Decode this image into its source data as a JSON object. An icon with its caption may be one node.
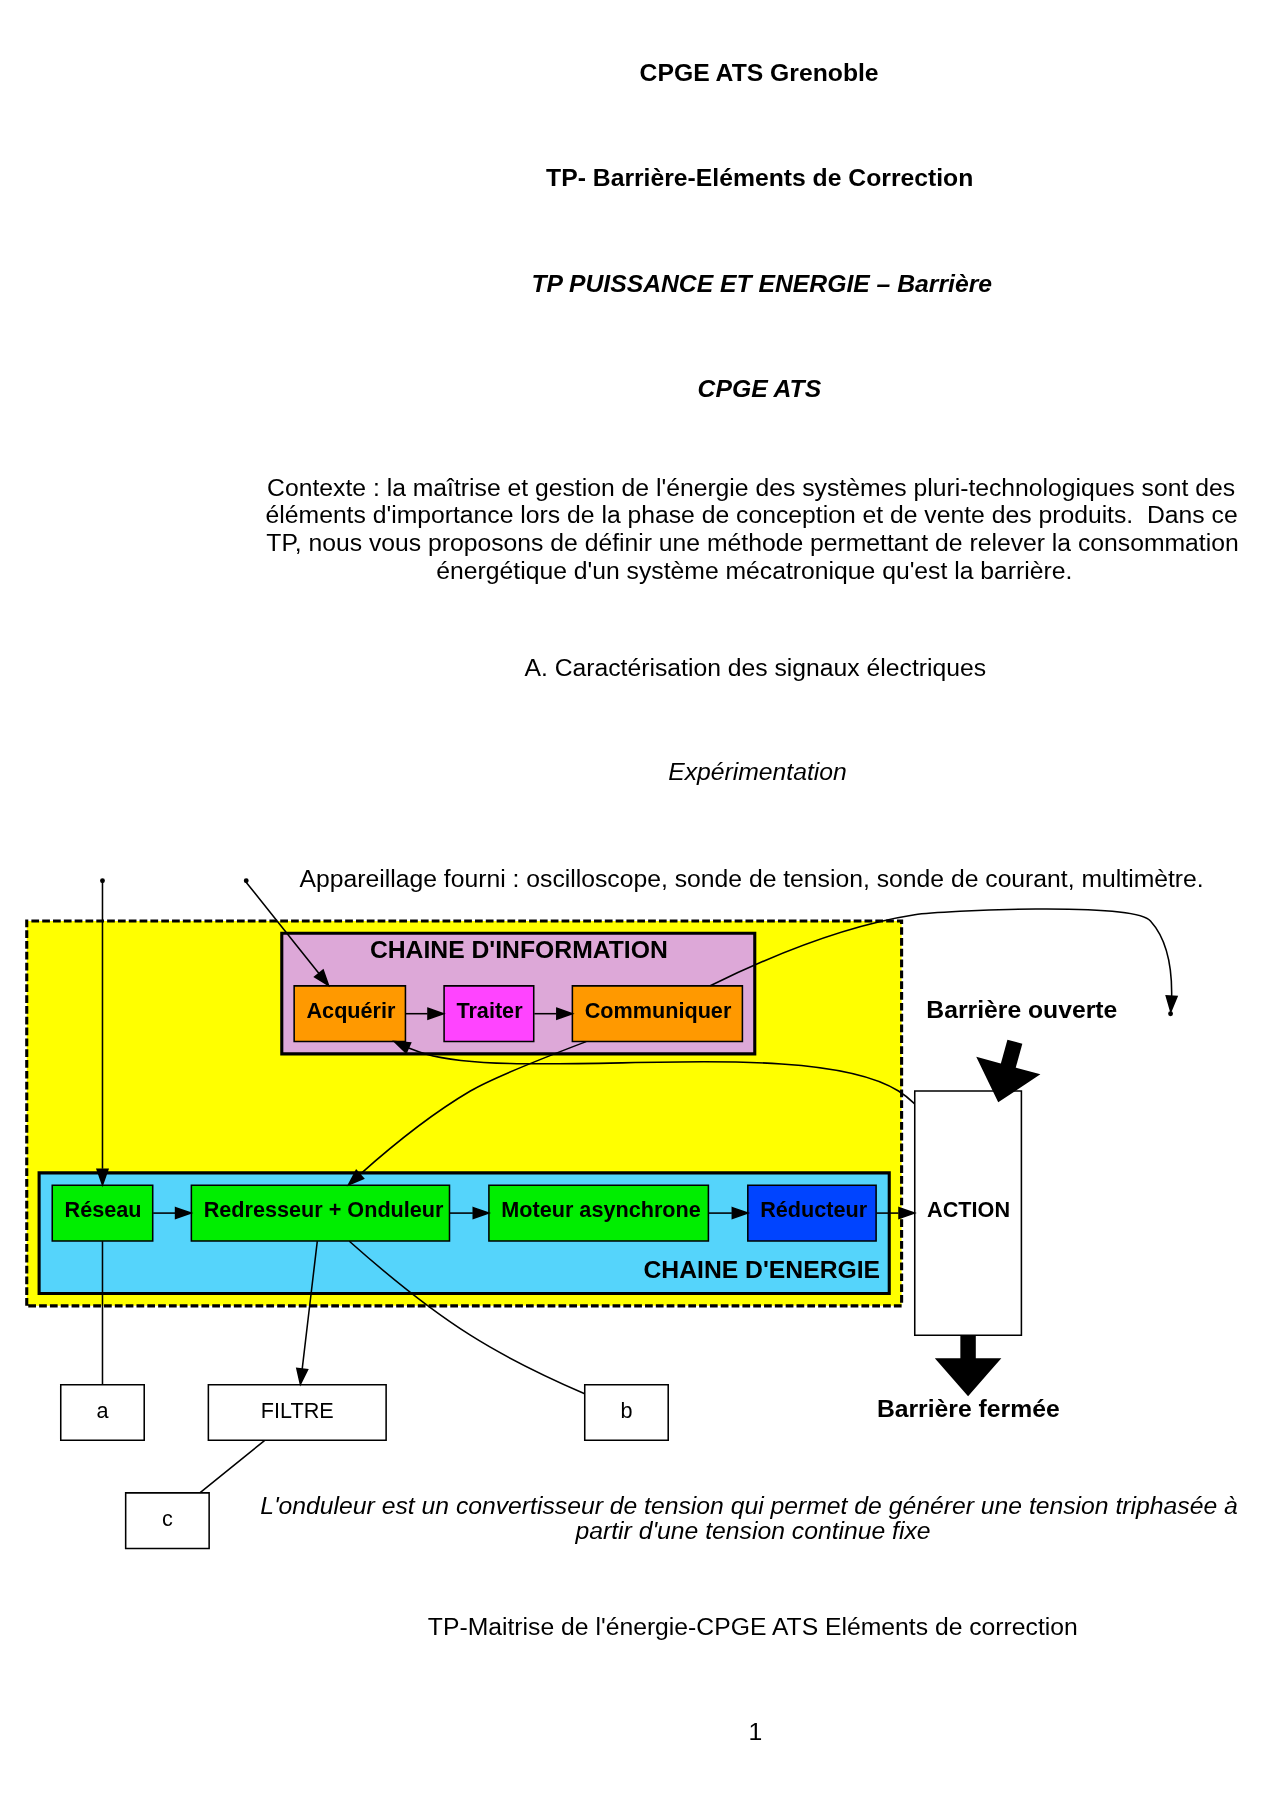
{
  "diagram": {
    "nodes": [
      {
        "text": [],
        "shape": "box"
      },
      {
        "text": [
          "CHAINE D'INFORMATION"
        ],
        "in": 0
      },
      {
        "text": [
          "Acquérir"
        ],
        "in": 1
      },
      {
        "text": [
          "Traiter"
        ],
        "in": 1
      },
      {
        "text": [
          "Communiquer"
        ],
        "in": 1
      },
      {
        "text": [
          "CHAINE D'ENERGIE"
        ],
        "in": 0
      },
      {
        "text": [
          "Réseau"
        ],
        "in": 5
      },
      {
        "text": [
          "Redresseur + Onduleur"
        ],
        "in": 5
      },
      {
        "text": [
          "Moteur asynchrone"
        ],
        "in": 5
      },
      {
        "text": [
          "Réducteur"
        ],
        "in": 5
      },
      {
        "text": [
          "ACTION"
        ]
      },
      {
        "text": [
          "Barrière ouverte"
        ]
      },
      {
        "text": [
          "Barrière fermée"
        ]
      },
      {
        "text": [
          "a"
        ]
      },
      {
        "text": [
          "FILTRE"
        ]
      },
      {
        "text": [
          "b"
        ]
      },
      {
        "text": [
          "c"
        ]
      }
    ],
    "edges": [
      {
        "from": null,
        "to": 2,
        "arrow": "to"
      },
      {
        "from": 10,
        "to": 2,
        "arrow": "to"
      },
      {
        "from": 2,
        "to": 3,
        "arrow": "to"
      },
      {
        "from": 3,
        "to": 4,
        "arrow": "to"
      },
      {
        "from": 4,
        "to": null,
        "arrow": "to"
      },
      {
        "from": 4,
        "to": 7,
        "arrow": "to"
      },
      {
        "from": null,
        "to": 6,
        "arrow": "to"
      },
      {
        "from": 6,
        "to": 7,
        "arrow": "to"
      },
      {
        "from": 7,
        "to": 8,
        "arrow": "to"
      },
      {
        "from": 8,
        "to": 9,
        "arrow": "to"
      },
      {
        "from": 9,
        "to": 10,
        "arrow": "to"
      },
      {
        "from": 11,
        "to": 10,
        "arrow": "to",
        "style": "thick"
      },
      {
        "from": 10,
        "to": 12,
        "arrow": "to",
        "style": "thick"
      },
      {
        "from": 6,
        "to": 13,
        "arrow": "none"
      },
      {
        "from": 7,
        "to": 14,
        "arrow": "to"
      },
      {
        "from": 7,
        "to": 15,
        "arrow": "none"
      },
      {
        "from": 14,
        "to": 16,
        "arrow": "none"
      }
    ],
    "labels": [
      "CPGE ATS Grenoble",
      "TP- Barrière-Eléments de Correction",
      "TP PUISSANCE ET ENERGIE – Barrière",
      "CPGE ATS",
      "Contexte : la maîtrise et gestion de l'énergie des systèmes pluri-technologiques sont des éléments d'importance lors de la phase de conception et de vente des produits.  Dans ce TP, nous vous proposons de définir une méthode permettant de relever la consommation énergétique d'un système mécatronique qu'est la barrière.",
      "A. Caractérisation des signaux électriques",
      "Expérimentation",
      "Appareillage fourni : oscilloscope, sonde de tension, sonde de courant, multimètre.",
      "L'onduleur est un convertisseur de tension qui permet de générer une tension triphasée à partir d'une tension continue fixe",
      "TP-Maitrise de l'énergie-CPGE ATS Eléments de correction",
      "1"
    ]
  }
}
